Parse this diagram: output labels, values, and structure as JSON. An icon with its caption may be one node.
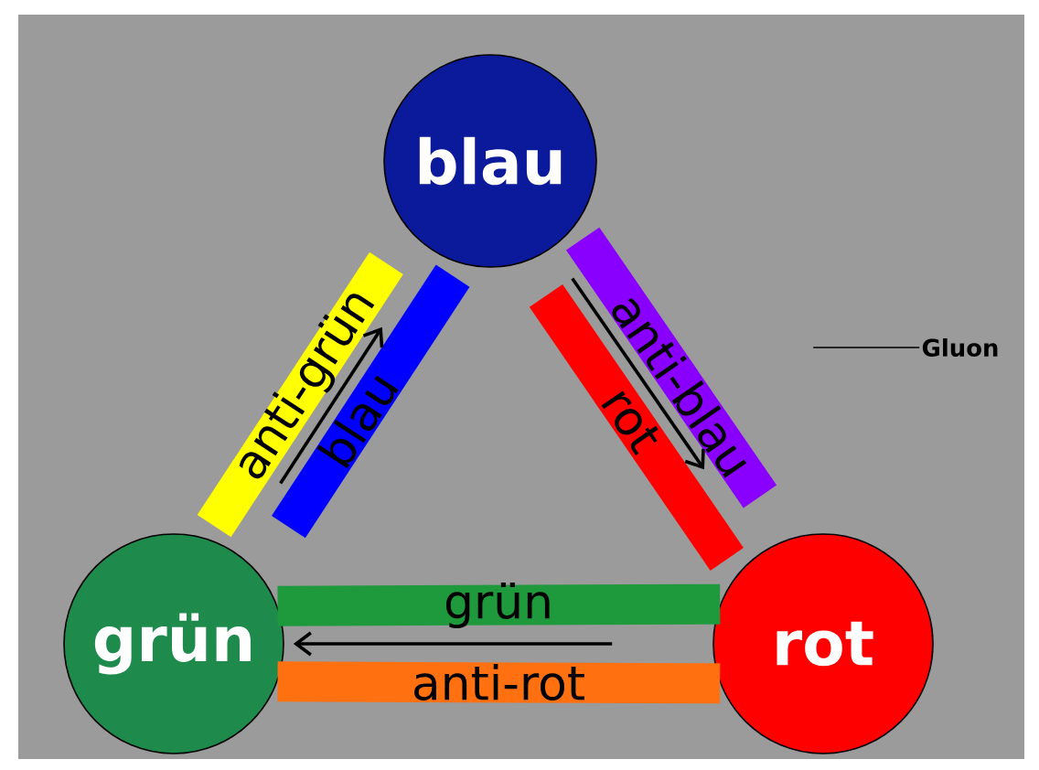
{
  "diagram": {
    "nodes": [
      {
        "text": [
          "blau"
        ]
      },
      {
        "text": [
          "grün"
        ]
      },
      {
        "text": [
          "rot"
        ]
      },
      {
        "text": [
          "Gluon"
        ]
      }
    ],
    "edges": [
      {
        "from": 1,
        "to": 0,
        "arrow": "none",
        "label": "anti-grün",
        "color": "#ffff00"
      },
      {
        "from": 1,
        "to": 0,
        "arrow": "none",
        "label": "blau",
        "color": "#0000ff"
      },
      {
        "from": 1,
        "to": 0,
        "arrow": "to"
      },
      {
        "from": 0,
        "to": 2,
        "arrow": "none",
        "label": "anti-blau",
        "color": "#8a00ff"
      },
      {
        "from": 0,
        "to": 2,
        "arrow": "none",
        "label": "rot",
        "color": "#ff0000"
      },
      {
        "from": 0,
        "to": 2,
        "arrow": "to"
      },
      {
        "from": 2,
        "to": 1,
        "arrow": "none",
        "label": "grün",
        "color": "#1e9a3c"
      },
      {
        "from": 2,
        "to": 1,
        "arrow": "none",
        "label": "anti-rot",
        "color": "#ff7010"
      },
      {
        "from": 2,
        "to": 1,
        "arrow": "to"
      },
      {
        "from": 3,
        "to": null,
        "arrow": "none"
      }
    ]
  }
}
